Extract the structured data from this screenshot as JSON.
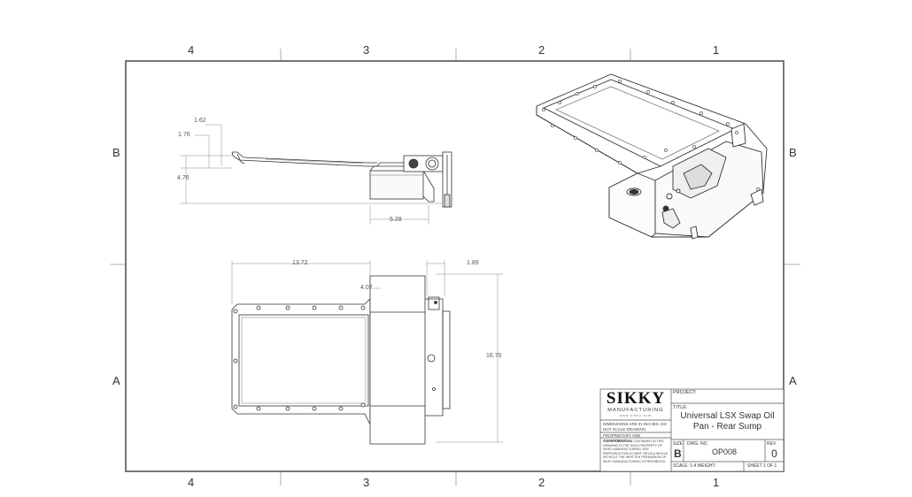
{
  "zones": {
    "columns_top": [
      "4",
      "3",
      "2",
      "1"
    ],
    "columns_bottom": [
      "4",
      "3",
      "2",
      "1"
    ],
    "rows_left": [
      "B",
      "A"
    ],
    "rows_right": [
      "B",
      "A"
    ]
  },
  "dimensions": {
    "side_162": "1.62",
    "side_176": "1.76",
    "side_476": "4.76",
    "side_528": "5.28",
    "top_1372": "13.72",
    "top_189": "1.89",
    "top_407": "4.07",
    "top_1670": "16.70"
  },
  "title_block": {
    "logo_main": "SIKKY",
    "logo_sub": "MANUFACTURING",
    "logo_tag": "www.sikky.com",
    "project_label": "PROJECT:",
    "title_label": "TITLE:",
    "title_line1": "Universal LSX Swap Oil",
    "title_line2": "Pan - Rear Sump",
    "dims_note": "DIMENSIONS ARE IN INCHES. DO NOT SCALE DRAWING.",
    "proprietary_heading": "PROPRIETARY AND CONFIDENTIAL",
    "proprietary_text": "THE INFORMATION CONTAINED IN THIS DRAWING IS THE SOLE PROPERTY OF SIKKY MANUFACTURING. ANY REPRODUCTION IN PART OR AS A WHOLE WITHOUT THE WRITTEN PERMISSION OF SIKKY MANUFACTURING IS PROHIBITED.",
    "size_label": "SIZE",
    "size_value": "B",
    "dwg_label": "DWG. NO.",
    "dwg_value": "OP008",
    "rev_label": "REV",
    "rev_value": "0",
    "scale_text": "SCALE: 1:4  WEIGHT:",
    "sheet_text": "SHEET 1 OF 1"
  }
}
